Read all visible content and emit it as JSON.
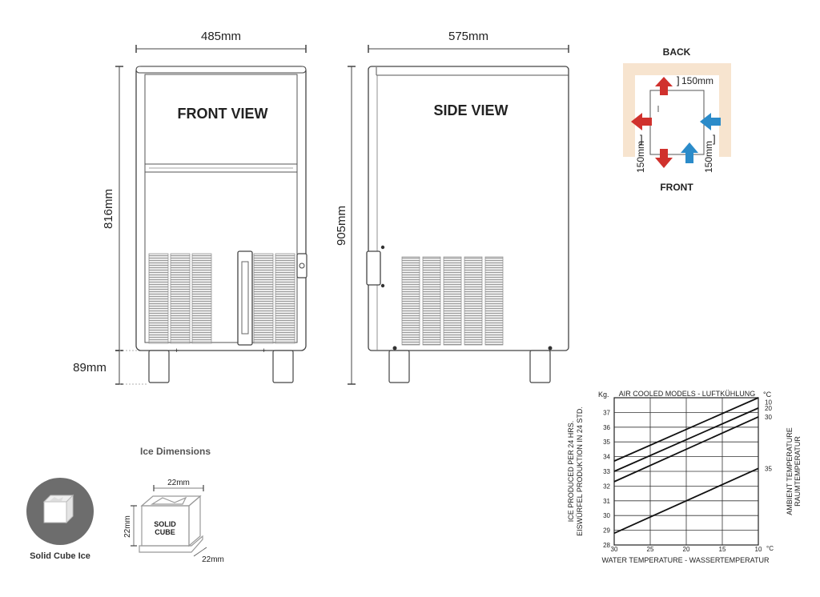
{
  "front_view": {
    "title": "FRONT VIEW",
    "width": "485mm",
    "height": "816mm",
    "legs": "89mm"
  },
  "side_view": {
    "title": "SIDE VIEW",
    "depth": "575mm",
    "total_height": "905mm"
  },
  "clearance": {
    "back": "BACK",
    "front": "FRONT",
    "top_gap": "150mm",
    "left_gap": "150mm",
    "right_gap": "150mm"
  },
  "ice": {
    "heading": "Ice Dimensions",
    "label_line1": "SOLID",
    "label_line2": "CUBE",
    "dim_top": "22mm",
    "dim_side": "22mm",
    "dim_depth": "22mm",
    "badge_caption": "Solid Cube Ice"
  },
  "chart_data": {
    "type": "line",
    "title": "AIR COOLED MODELS - LUFTKÜHLUNG",
    "xlabel": "WATER TEMPERATURE - WASSERTEMPERATUR",
    "ylabel_line1": "ICE PRODUCED PER 24 HRS.",
    "ylabel_line2": "EISWÜRFEL PRODUKTION IN 24 STD.",
    "right_label_line1": "AMBIENT TEMPERATURE",
    "right_label_line2": "RAUMTEMPERATUR",
    "y_unit": "Kg.",
    "x_unit": "°C",
    "right_unit": "°C",
    "x_ticks": [
      30,
      25,
      20,
      15,
      10
    ],
    "y_ticks": [
      28,
      29,
      30,
      31,
      32,
      33,
      34,
      35,
      36,
      37
    ],
    "xlim": [
      30,
      10
    ],
    "ylim": [
      28,
      38
    ],
    "grid": true,
    "series": [
      {
        "name": "10",
        "x": [
          30,
          10
        ],
        "y": [
          33.7,
          38.0
        ]
      },
      {
        "name": "20",
        "x": [
          30,
          10
        ],
        "y": [
          33.0,
          37.3
        ]
      },
      {
        "name": "30",
        "x": [
          30,
          10
        ],
        "y": [
          32.3,
          36.7
        ]
      },
      {
        "name": "35",
        "x": [
          30,
          10
        ],
        "y": [
          28.8,
          33.2
        ]
      }
    ]
  }
}
